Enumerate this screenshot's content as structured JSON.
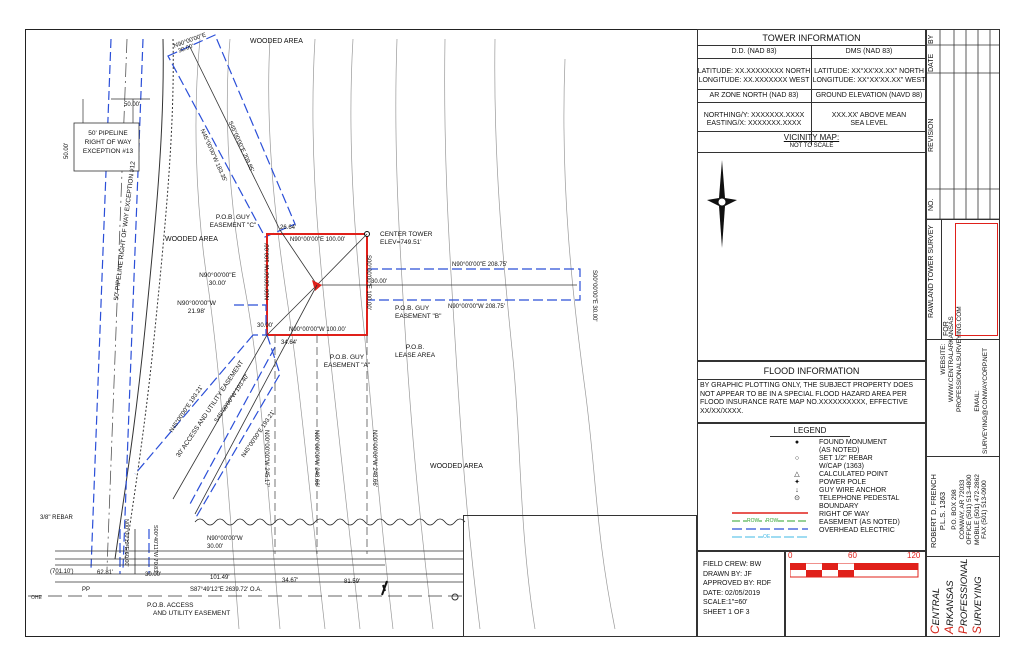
{
  "map": {
    "wooded_area_top": "WOODED AREA",
    "wooded_area_left": "WOODED AREA",
    "wooded_area_right": "WOODED AREA",
    "top_bearing": "N90°00'00\"E",
    "top_dist": "30.00'",
    "dist_50_top": "50.00'",
    "dist_50_side": "50.00'",
    "pipeline_box": [
      "50' PIPELINE",
      "RIGHT OF WAY",
      "EXCEPTION #13"
    ],
    "pipeline_label_rotated": "50' PIPELINE RIGHT OF WAY EXCEPTION #12",
    "diag_bearing_1": "S45°00'00\"E 209.85'",
    "diag_bearing_2": "N45°00'00\"W 183.35'",
    "pob_c": [
      "P.O.B. GUY",
      "EASEMENT \"C\""
    ],
    "pob_c_dist": "26.64'",
    "lease_top": "N90°00'00\"E 100.00'",
    "lease_bottom": "N90°00'00\"W 100.00'",
    "lease_left": "N00°00'00\"W 100.00'",
    "lease_right": "S00°00'00\"E 100.00'",
    "center_tower": [
      "CENTER TOWER",
      "ELEV=749.51'"
    ],
    "east_ease_top": "N90°00'00\"E 208.75'",
    "east_ease_bottom": "N90°00'00\"W 208.75'",
    "east_ease_end": "S00°00'00\"E 30.00'",
    "east_ease_mid": "30.00'",
    "pob_b": [
      "P.O.B. GUY",
      "EASEMENT \"B\""
    ],
    "left_label_1": [
      "N90°00'00\"E",
      "30.00'"
    ],
    "left_label_2": [
      "N90°00'00\"W",
      "21.98'"
    ],
    "left_30": "30.00'",
    "bottom_corner_dist": "34.64'",
    "pob_a": [
      "P.O.B. GUY",
      "EASEMENT \"A\""
    ],
    "pob_lease": [
      "P.O.B.",
      "LEASE AREA"
    ],
    "access_label": "30' ACCESS AND UTILITY EASEMENT",
    "access_b1": "N45°00'00\"E 193.21'",
    "access_b2": "S45°00'00\"W 193.40'",
    "access_b3": "N45°00'00\"E 193.21'",
    "guy_b1": "N00°00'00\"W 245.17'",
    "guy_b2": "N00°00'00\"W 248.66'",
    "guy_b3": "N00°00'00\"W 248.66'",
    "rebar": "3/8\" REBAR",
    "b_n00": "N00°00'12\"E 60.00'",
    "b_s00": "S00°40'11\"W 70.83'",
    "b_n90": [
      "N90°00'00\"W",
      "30.00'"
    ],
    "b_701": "(701.10')",
    "b_6281": "62.81'",
    "b_30": "30.00'",
    "b_s87": "S87°49'12\"E 2639.72' O.A.",
    "b_10149": "101.49'",
    "b_3467": "34.67'",
    "b_8159": "81.59'",
    "pp": "PP",
    "pob_access": [
      "P.O.B. ACCESS",
      "AND UTILITY EASEMENT"
    ],
    "ohe": "OHE"
  },
  "tower_info": {
    "title": "TOWER INFORMATION",
    "dd_hdr": "D.D. (NAD 83)",
    "dms_hdr": "DMS (NAD 83)",
    "dd_lat": "LATITUDE: XX.XXXXXXXX NORTH",
    "dd_lon": "LONGITUDE: XX.XXXXXXX WEST",
    "dms_lat": "LATITUDE: XX°XX'XX.XX\" NORTH",
    "dms_lon": "LONGITUDE: XX°XX'XX.XX\" WEST",
    "ar_hdr": "AR ZONE NORTH (NAD 83)",
    "ground_hdr": "GROUND ELEVATION (NAVD 88)",
    "northing": "NORTHING/Y: XXXXXXX.XXXX",
    "easting": "EASTING/X: XXXXXXX.XXXX",
    "elev_1": "XXX.XX' ABOVE MEAN",
    "elev_2": "SEA LEVEL",
    "vicinity": "VICINITY MAP:",
    "not_to_scale": "NOT TO SCALE"
  },
  "flood": {
    "title": "FLOOD INFORMATION",
    "text": [
      "BY GRAPHIC PLOTTING ONLY, THE SUBJECT PROPERTY DOES",
      "NOT APPEAR TO BE IN A SPECIAL FLOOD HAZARD AREA PER",
      "FLOOD INSURANCE RATE MAP NO.XXXXXXXXXX, EFFECTIVE",
      "XX/XX/XXXX."
    ]
  },
  "legend": {
    "title": "LEGEND",
    "items": [
      {
        "sym": "●",
        "label": "FOUND MONUMENT"
      },
      {
        "sym": "",
        "label": "(AS NOTED)"
      },
      {
        "sym": "○",
        "label": "SET 1/2\" REBAR"
      },
      {
        "sym": "",
        "label": "W/CAP (1363)"
      },
      {
        "sym": "△",
        "label": "CALCULATED POINT"
      },
      {
        "sym": "✦",
        "label": "POWER POLE"
      },
      {
        "sym": "↓",
        "label": "GUY WIRE ANCHOR"
      },
      {
        "sym": "⊙",
        "label": "TELEPHONE PEDESTAL"
      },
      {
        "sym": "",
        "label": "BOUNDARY"
      },
      {
        "sym": "",
        "label": "RIGHT OF WAY"
      },
      {
        "sym": "",
        "label": "EASEMENT (AS NOTED)"
      },
      {
        "sym": "",
        "label": "OVERHEAD ELECTRIC"
      }
    ],
    "row_text": "ROW",
    "oe_text": "OE"
  },
  "field": {
    "crew": "FIELD CREW: BW",
    "drawn": "DRAWN BY: JF",
    "approved": "APPROVED BY: RDF",
    "date": "DATE: 02/05/2019",
    "scale": "SCALE:1\"=60'",
    "sheet": "SHEET 1 OF 3"
  },
  "scalebar": {
    "t0": "0",
    "t60": "60",
    "t120": "120",
    "color": "#e0201a"
  },
  "revision": {
    "by": "BY",
    "date": "DATE",
    "revision": "REVISION",
    "no": "NO."
  },
  "title_block": {
    "survey": "RAWLAND TOWER SURVEY",
    "for": "FOR",
    "website_hdr": "WEBSITE:",
    "website_1": "WWW.CENTRALARKANSAS",
    "website_2": "PROFESSIONALSURVEYING.COM",
    "email_hdr": "EMAIL:",
    "email": "SURVEYING@CONWAYCORP.NET",
    "surveyor": "ROBERT D. FRENCH",
    "pls": "P.L.S. 1363",
    "po": "P.O. BOX 298",
    "city": "CONWAY, AR 72033",
    "office": "OFFICE (501) 513-4800",
    "mobile": "MOBILE (501) 472-2862",
    "fax": "FAX (501) 513-0900",
    "company": [
      "CENTRAL",
      "ARKANSAS",
      "PROFESSIONAL",
      "SURVEYING"
    ],
    "brand_color": "#d32418"
  },
  "colors": {
    "easement": "#2b4fd8",
    "lease": "#e0201a",
    "row": "#2ea32e",
    "oe": "#3fb8e6"
  }
}
